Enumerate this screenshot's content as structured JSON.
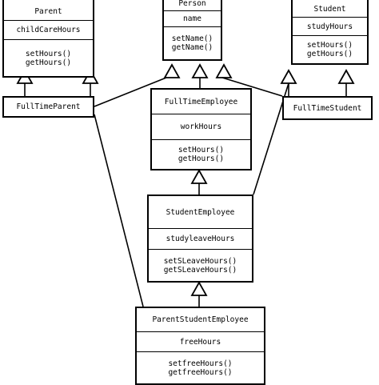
{
  "classes": {
    "parent": {
      "name": "Parent",
      "attributes": [
        "childCareHours"
      ],
      "methods": [
        "setHours()",
        "getHours()"
      ]
    },
    "person": {
      "name": "Person",
      "attributes": [
        "name"
      ],
      "methods": [
        "setName()",
        "getName()"
      ]
    },
    "student": {
      "name": "Student",
      "attributes": [
        "studyHours"
      ],
      "methods": [
        "setHours()",
        "getHours()"
      ]
    },
    "full_time_parent": {
      "name": "FullTimeParent"
    },
    "full_time_employee": {
      "name": "FullTimeEmployee",
      "attributes": [
        "workHours"
      ],
      "methods": [
        "setHours()",
        "getHours()"
      ]
    },
    "full_time_student": {
      "name": "FullTimeStudent"
    },
    "student_employee": {
      "name": "StudentEmployee",
      "attributes": [
        "studyleaveHours"
      ],
      "methods": [
        "setSLeaveHours()",
        "getSLeaveHours()"
      ]
    },
    "parent_student_employee": {
      "name": "ParentStudentEmployee",
      "attributes": [
        "freeHours"
      ],
      "methods": [
        "setfreeHours()",
        "getfreeHours()"
      ]
    }
  }
}
